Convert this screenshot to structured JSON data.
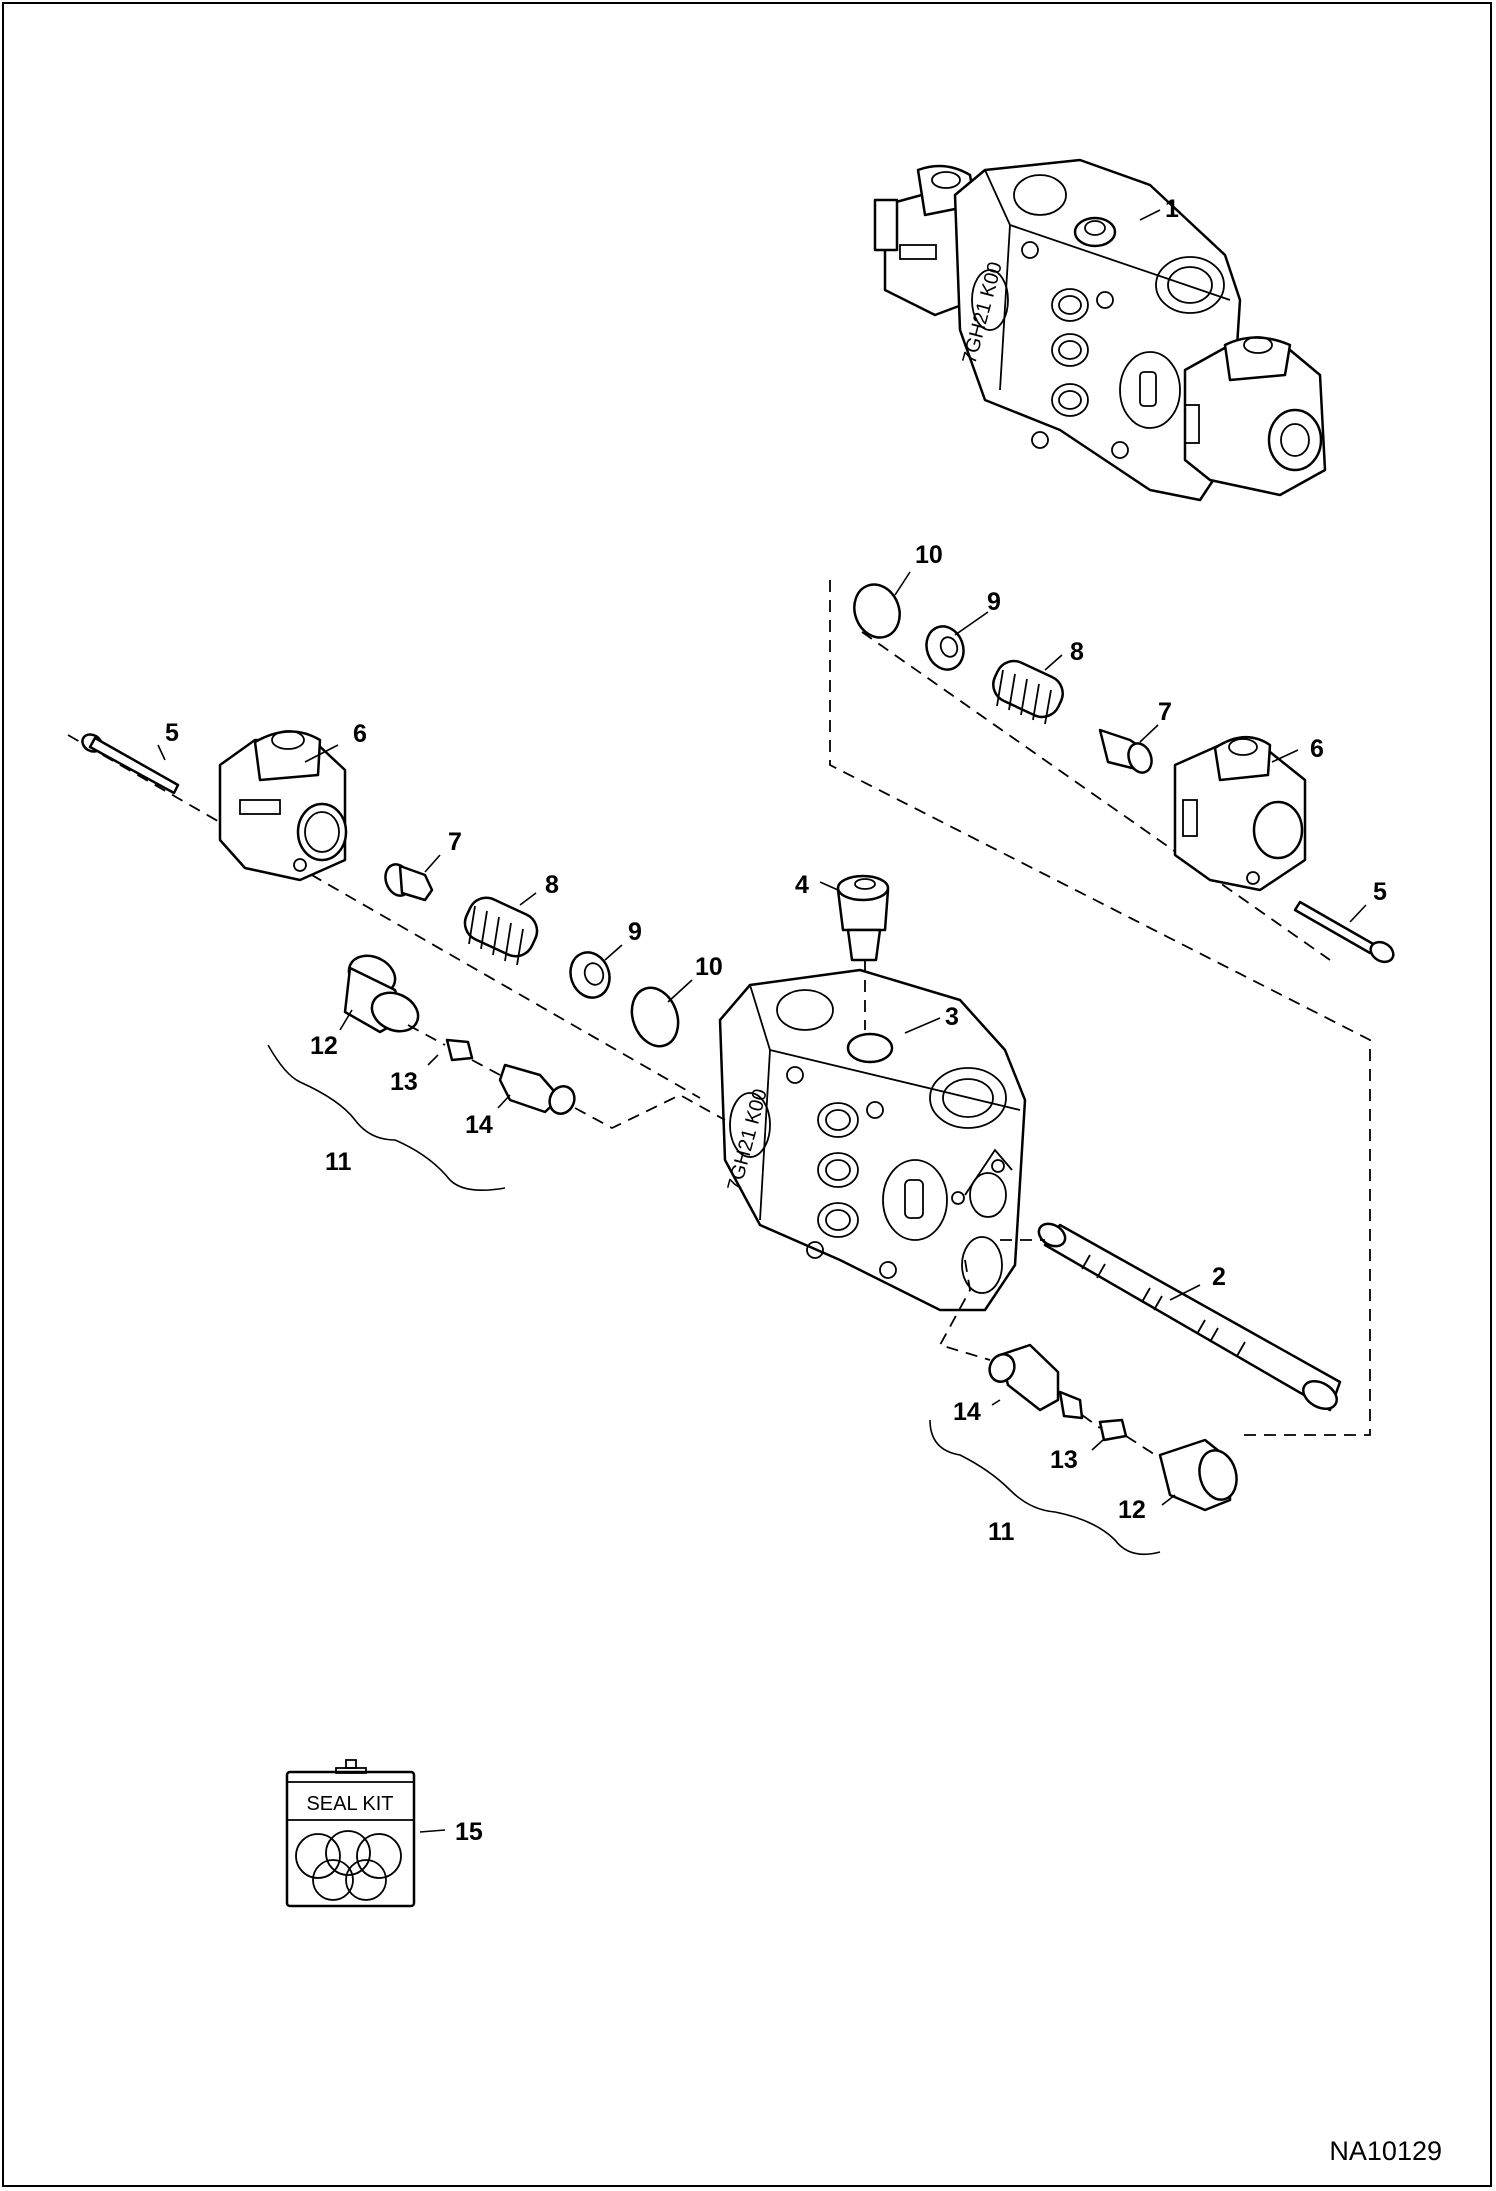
{
  "diagram": {
    "reference_code": "NA10129",
    "seal_kit_label": "SEAL KIT",
    "callouts": {
      "c1": "1",
      "c2": "2",
      "c3": "3",
      "c4": "4",
      "c5a": "5",
      "c5b": "5",
      "c6a": "6",
      "c6b": "6",
      "c7a": "7",
      "c7b": "7",
      "c8a": "8",
      "c8b": "8",
      "c9a": "9",
      "c9b": "9",
      "c10a": "10",
      "c10b": "10",
      "c11a": "11",
      "c11b": "11",
      "c12a": "12",
      "c12b": "12",
      "c13a": "13",
      "c13b": "13",
      "c14a": "14",
      "c14b": "14",
      "c15": "15"
    },
    "block_stamp": "7GH21 K00"
  }
}
